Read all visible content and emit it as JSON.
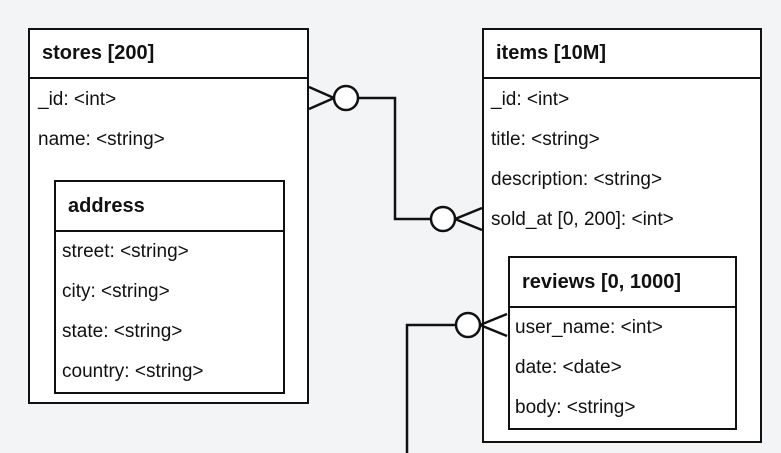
{
  "stores": {
    "title": "stores [200]",
    "fields": [
      "_id: <int>",
      "name: <string>"
    ],
    "address": {
      "title": "address",
      "fields": [
        "street: <string>",
        "city: <string>",
        "state: <string>",
        "country: <string>"
      ]
    }
  },
  "items": {
    "title": "items [10M]",
    "fields": [
      "_id: <int>",
      "title: <string>",
      "description: <string>",
      "sold_at [0, 200]: <int>"
    ],
    "reviews": {
      "title": "reviews [0, 1000]",
      "fields": [
        "user_name: <int>",
        "date: <date>",
        "body: <string>"
      ]
    }
  },
  "relationships": [
    {
      "from": "stores._id",
      "to": "items.sold_at",
      "notation": "crow-foot-zero-many"
    },
    {
      "from": "items.reviews.user_name",
      "to": "external",
      "notation": "crow-foot-zero-many"
    }
  ]
}
